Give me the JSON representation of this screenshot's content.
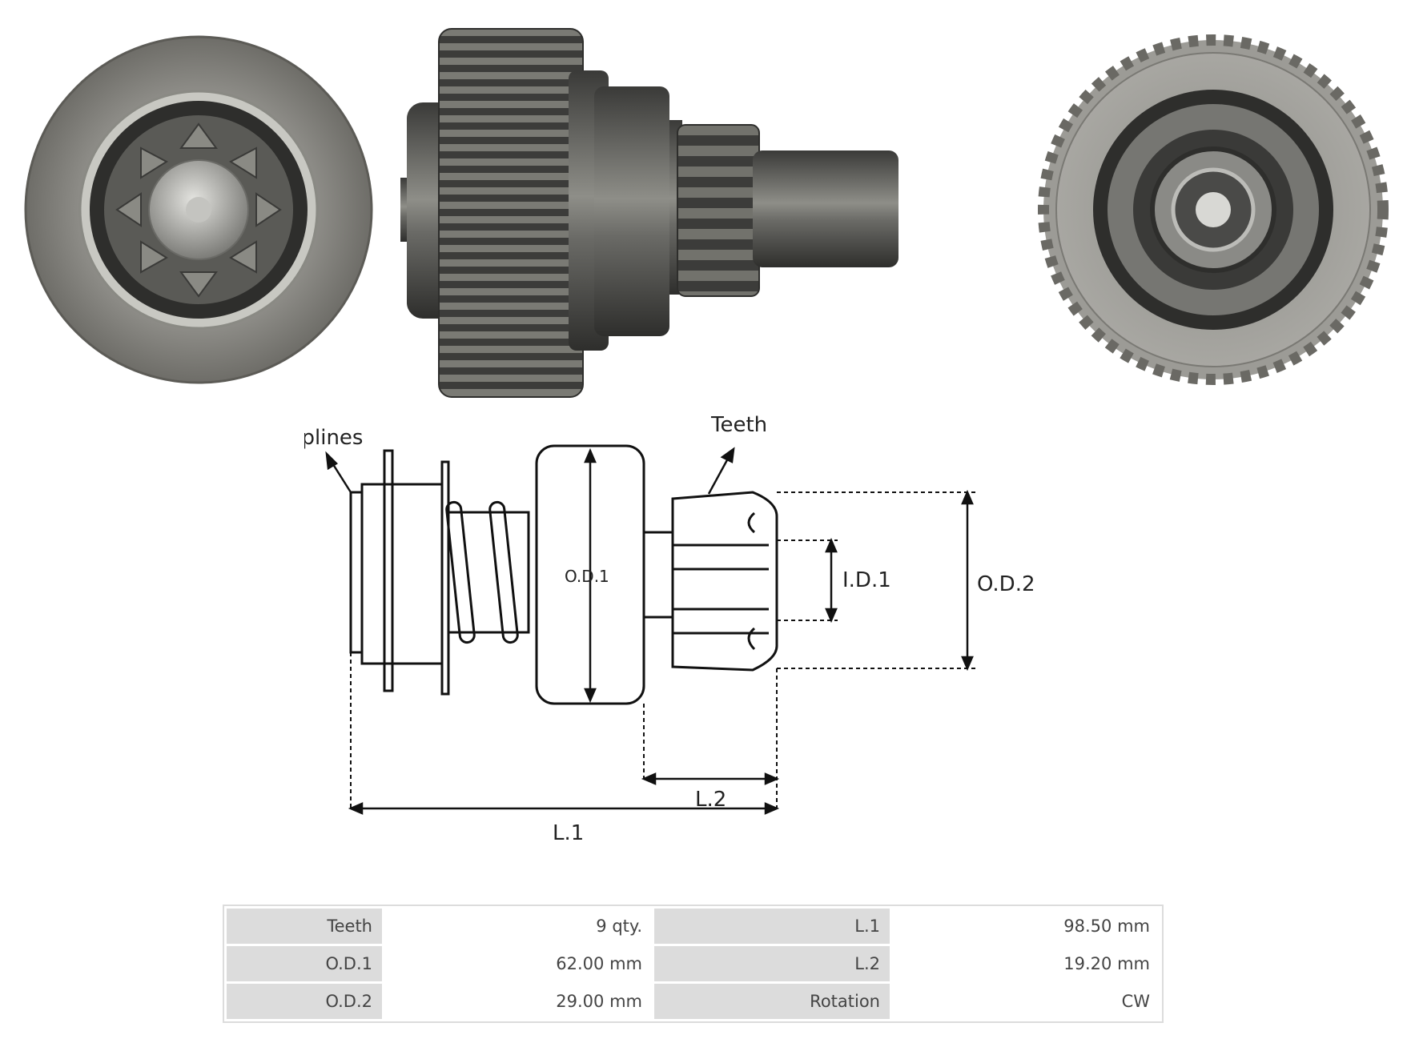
{
  "diagram": {
    "labels": {
      "splines": "Splines",
      "teeth": "Teeth",
      "od1": "O.D.1",
      "od2": "O.D.2",
      "id1": "I.D.1",
      "l1": "L.1",
      "l2": "L.2"
    }
  },
  "specs": {
    "rows": [
      {
        "k1": "Teeth",
        "v1": "9 qty.",
        "k2": "L.1",
        "v2": "98.50 mm"
      },
      {
        "k1": "O.D.1",
        "v1": "62.00 mm",
        "k2": "L.2",
        "v2": "19.20 mm"
      },
      {
        "k1": "O.D.2",
        "v1": "29.00 mm",
        "k2": "Rotation",
        "v2": "CW"
      }
    ]
  },
  "colors": {
    "metal_dark": "#4a4a46",
    "metal_mid": "#7a7a74",
    "metal_light": "#b4b4ae",
    "table_header": "#dcdcdc"
  }
}
